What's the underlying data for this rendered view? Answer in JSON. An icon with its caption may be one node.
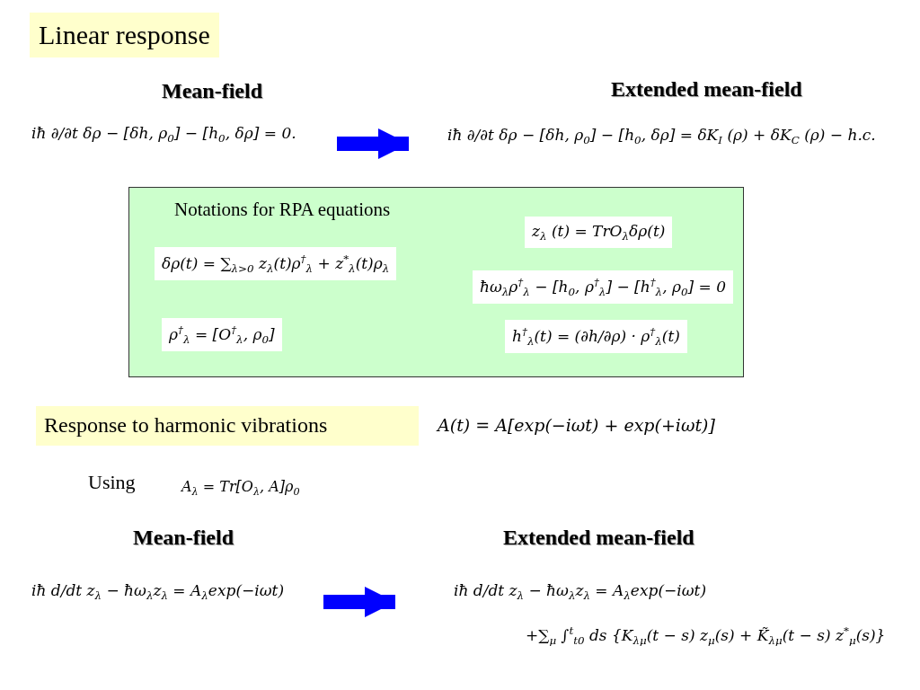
{
  "diagram": {
    "title": "Linear response",
    "nodes": [
      {
        "text": [
          "Mean-field",
          "iħ ∂/∂t δρ − [δh, ρ$_{0}$] − [h$_{0}$, δρ] = 0."
        ]
      },
      {
        "text": [
          "Extended mean-field",
          "iħ ∂/∂t δρ − [δh, ρ$_{0}$] − [h$_{0}$, δρ] = δK$_{I}$ (ρ) + δK$_{C}$ (ρ) − h.c."
        ]
      },
      {
        "text": [
          "Notations for RPA equations"
        ]
      },
      {
        "text": [
          "δρ(t) = ∑$_{λ>0}$ z$_{λ}$(t)ρ$^{†}$$_{λ}$ + z$^{*}$$_{λ}$(t)ρ$_{λ}$"
        ],
        "in": 2
      },
      {
        "text": [
          "ρ$^{†}$$_{λ}$ = [O$^{†}$$_{λ}$, ρ$_{0}$]"
        ],
        "in": 2
      },
      {
        "text": [
          "z$_{λ}$ (t) = TrO$_{λ}$δρ(t)"
        ],
        "in": 2
      },
      {
        "text": [
          "ħω$_{λ}$ρ$^{†}$$_{λ}$ − [h$_{0}$, ρ$^{†}$$_{λ}$] − [h$^{†}$$_{λ}$, ρ$_{0}$] = 0"
        ],
        "in": 2
      },
      {
        "text": [
          "h$^{†}$$_{λ}$(t) = (∂h/∂ρ) · ρ$^{†}$$_{λ}$(t)"
        ],
        "in": 2
      },
      {
        "text": [
          "Response to harmonic vibrations"
        ]
      },
      {
        "text": [
          "Mean-field",
          "iħ d/dt z$_{λ}$ − ħω$_{λ}$z$_{λ}$ = A$_{λ}$exp(−iωt)"
        ]
      },
      {
        "text": [
          "Extended mean-field",
          "iħ d/dt z$_{λ}$ − ħω$_{λ}$z$_{λ}$ = A$_{λ}$exp(−iωt)",
          "+∑$_{μ}$ ∫$^{t}$$_{t0}$ ds {K$_{λμ}$(t − s) z$_{μ}$(s) + K̃$_{λμ}$(t − s) z$^{*}$$_{μ}$(s)}"
        ]
      }
    ],
    "edges": [
      {
        "from": 0,
        "to": 1,
        "arrow": "to",
        "color": "#0000ff"
      },
      {
        "from": 9,
        "to": 10,
        "arrow": "to",
        "color": "#0000ff"
      }
    ],
    "labels": [
      "A(t) = A[exp(−iωt) + exp(+iωt)]",
      "Using",
      "A$_{λ}$ = Tr[O$_{λ}$, A]ρ$_{0}$"
    ]
  }
}
